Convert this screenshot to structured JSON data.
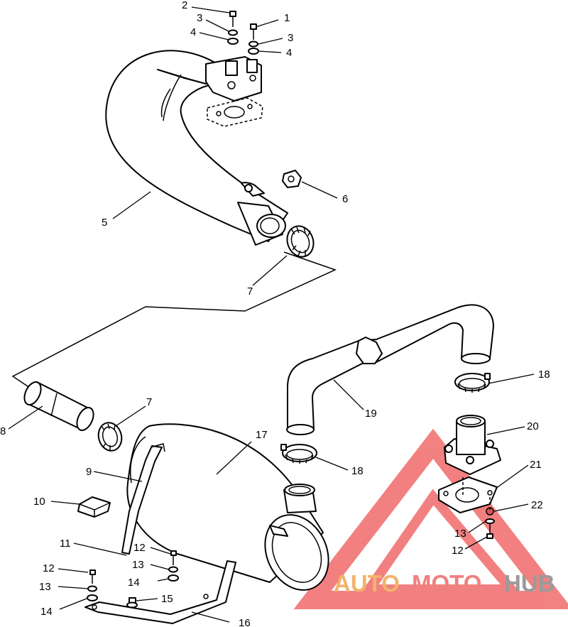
{
  "diagram": {
    "callouts": [
      {
        "id": "c1",
        "label": "1"
      },
      {
        "id": "c2",
        "label": "2"
      },
      {
        "id": "c3a",
        "label": "3"
      },
      {
        "id": "c3b",
        "label": "3"
      },
      {
        "id": "c4a",
        "label": "4"
      },
      {
        "id": "c4b",
        "label": "4"
      },
      {
        "id": "c5",
        "label": "5"
      },
      {
        "id": "c6",
        "label": "6"
      },
      {
        "id": "c7a",
        "label": "7"
      },
      {
        "id": "c7b",
        "label": "7"
      },
      {
        "id": "c8",
        "label": "8"
      },
      {
        "id": "c9",
        "label": "9"
      },
      {
        "id": "c10",
        "label": "10"
      },
      {
        "id": "c11",
        "label": "11"
      },
      {
        "id": "c12a",
        "label": "12"
      },
      {
        "id": "c12b",
        "label": "12"
      },
      {
        "id": "c12c",
        "label": "12"
      },
      {
        "id": "c13a",
        "label": "13"
      },
      {
        "id": "c13b",
        "label": "13"
      },
      {
        "id": "c13c",
        "label": "13"
      },
      {
        "id": "c14a",
        "label": "14"
      },
      {
        "id": "c14b",
        "label": "14"
      },
      {
        "id": "c15",
        "label": "15"
      },
      {
        "id": "c16",
        "label": "16"
      },
      {
        "id": "c17",
        "label": "17"
      },
      {
        "id": "c18a",
        "label": "18"
      },
      {
        "id": "c18b",
        "label": "18"
      },
      {
        "id": "c19",
        "label": "19"
      },
      {
        "id": "c20",
        "label": "20"
      },
      {
        "id": "c21",
        "label": "21"
      },
      {
        "id": "c22",
        "label": "22"
      }
    ]
  },
  "watermark": {
    "part1": "AUTO",
    "part2": "MOTO",
    "part3": "HUB",
    "colors": {
      "auto": "#f2b36b",
      "moto": "#f08080",
      "hub": "#9a9a9a",
      "triangle": "#f06b6b"
    }
  }
}
